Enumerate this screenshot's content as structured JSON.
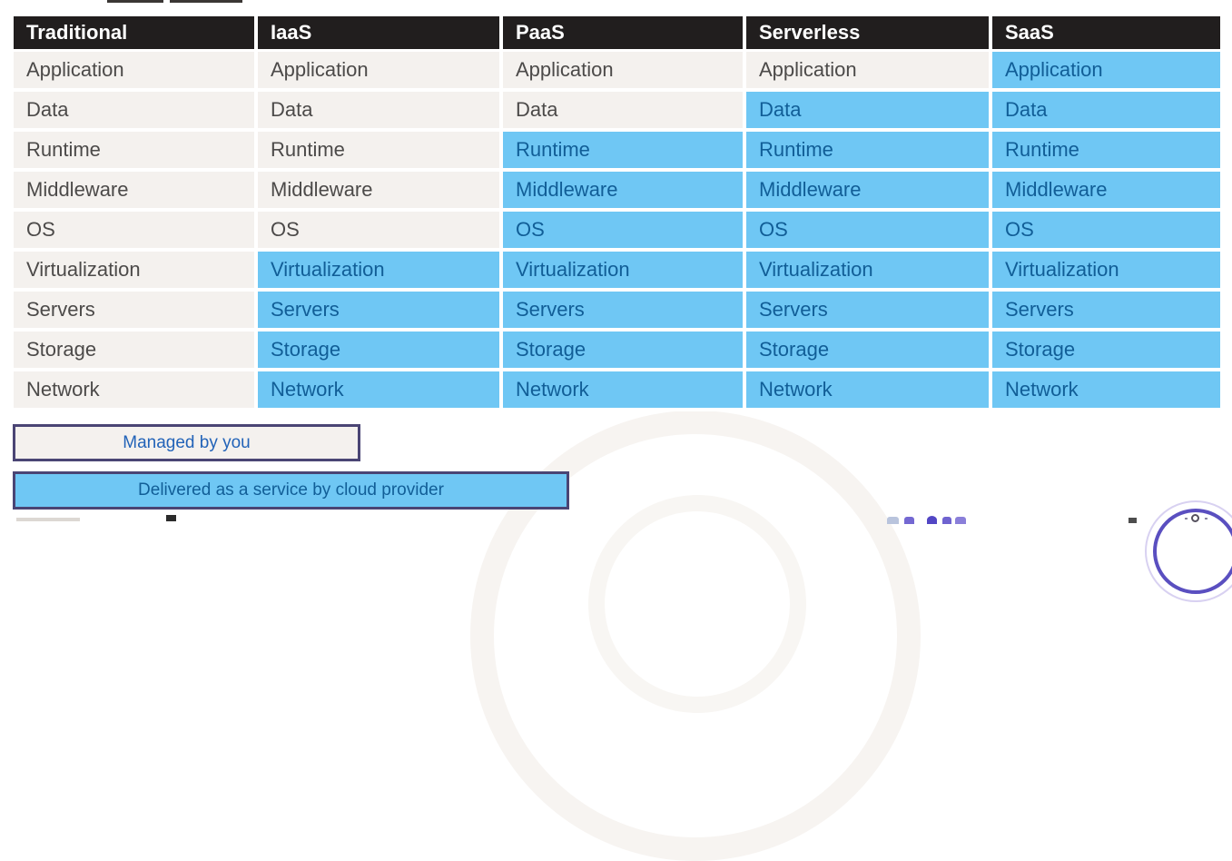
{
  "table": {
    "row_labels": [
      "Application",
      "Data",
      "Runtime",
      "Middleware",
      "OS",
      "Virtualization",
      "Servers",
      "Storage",
      "Network"
    ],
    "columns": [
      {
        "header": "Traditional",
        "service_rows": []
      },
      {
        "header": "IaaS",
        "service_rows": [
          "Virtualization",
          "Servers",
          "Storage",
          "Network"
        ]
      },
      {
        "header": "PaaS",
        "service_rows": [
          "Runtime",
          "Middleware",
          "OS",
          "Virtualization",
          "Servers",
          "Storage",
          "Network"
        ]
      },
      {
        "header": "Serverless",
        "service_rows": [
          "Data",
          "Runtime",
          "Middleware",
          "OS",
          "Virtualization",
          "Servers",
          "Storage",
          "Network"
        ]
      },
      {
        "header": "SaaS",
        "service_rows": [
          "Application",
          "Data",
          "Runtime",
          "Middleware",
          "OS",
          "Virtualization",
          "Servers",
          "Storage",
          "Network"
        ]
      }
    ]
  },
  "legend": {
    "managed_label": "Managed by you",
    "service_label": "Delivered as a service by cloud provider"
  },
  "colors": {
    "header_bg": "#211e1e",
    "header_text": "#ffffff",
    "managed_bg": "#f4f1ee",
    "managed_text": "#4c4a49",
    "service_bg": "#6fc7f4",
    "service_text": "#115e97",
    "legend_border": "#4a4574",
    "legend_managed_text": "#2263b8",
    "logo_purple": "#5a4fc0"
  }
}
